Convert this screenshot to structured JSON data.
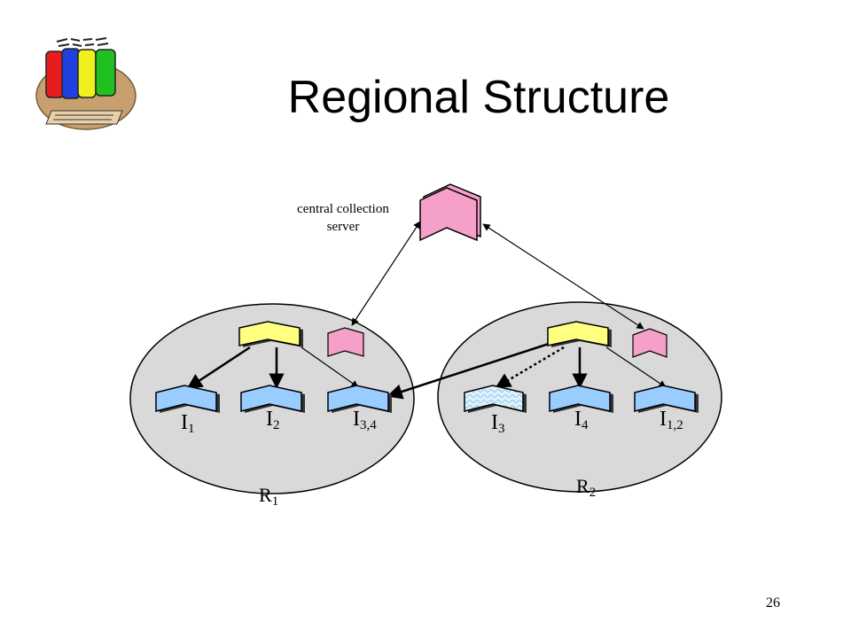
{
  "slide": {
    "title": "Regional Structure",
    "page_number": "26"
  },
  "logo": {
    "icon": "library-books-logo-icon"
  },
  "diagram": {
    "central_server": {
      "label_line1": "central collection",
      "label_line2": "server"
    },
    "regions": [
      {
        "base": "R",
        "sub": "1"
      },
      {
        "base": "R",
        "sub": "2"
      }
    ],
    "indexes": [
      {
        "base": "I",
        "sub": "1"
      },
      {
        "base": "I",
        "sub": "2"
      },
      {
        "base": "I",
        "sub": "3,4"
      },
      {
        "base": "I",
        "sub": "3"
      },
      {
        "base": "I",
        "sub": "4"
      },
      {
        "base": "I",
        "sub": "1,2"
      }
    ],
    "colors": {
      "region_fill": "#d9d9d9",
      "server_pink": "#f5a0c8",
      "regional_yellow": "#ffff80",
      "index_blue": "#99ccff",
      "replica_pattern": "#ccecff"
    }
  }
}
